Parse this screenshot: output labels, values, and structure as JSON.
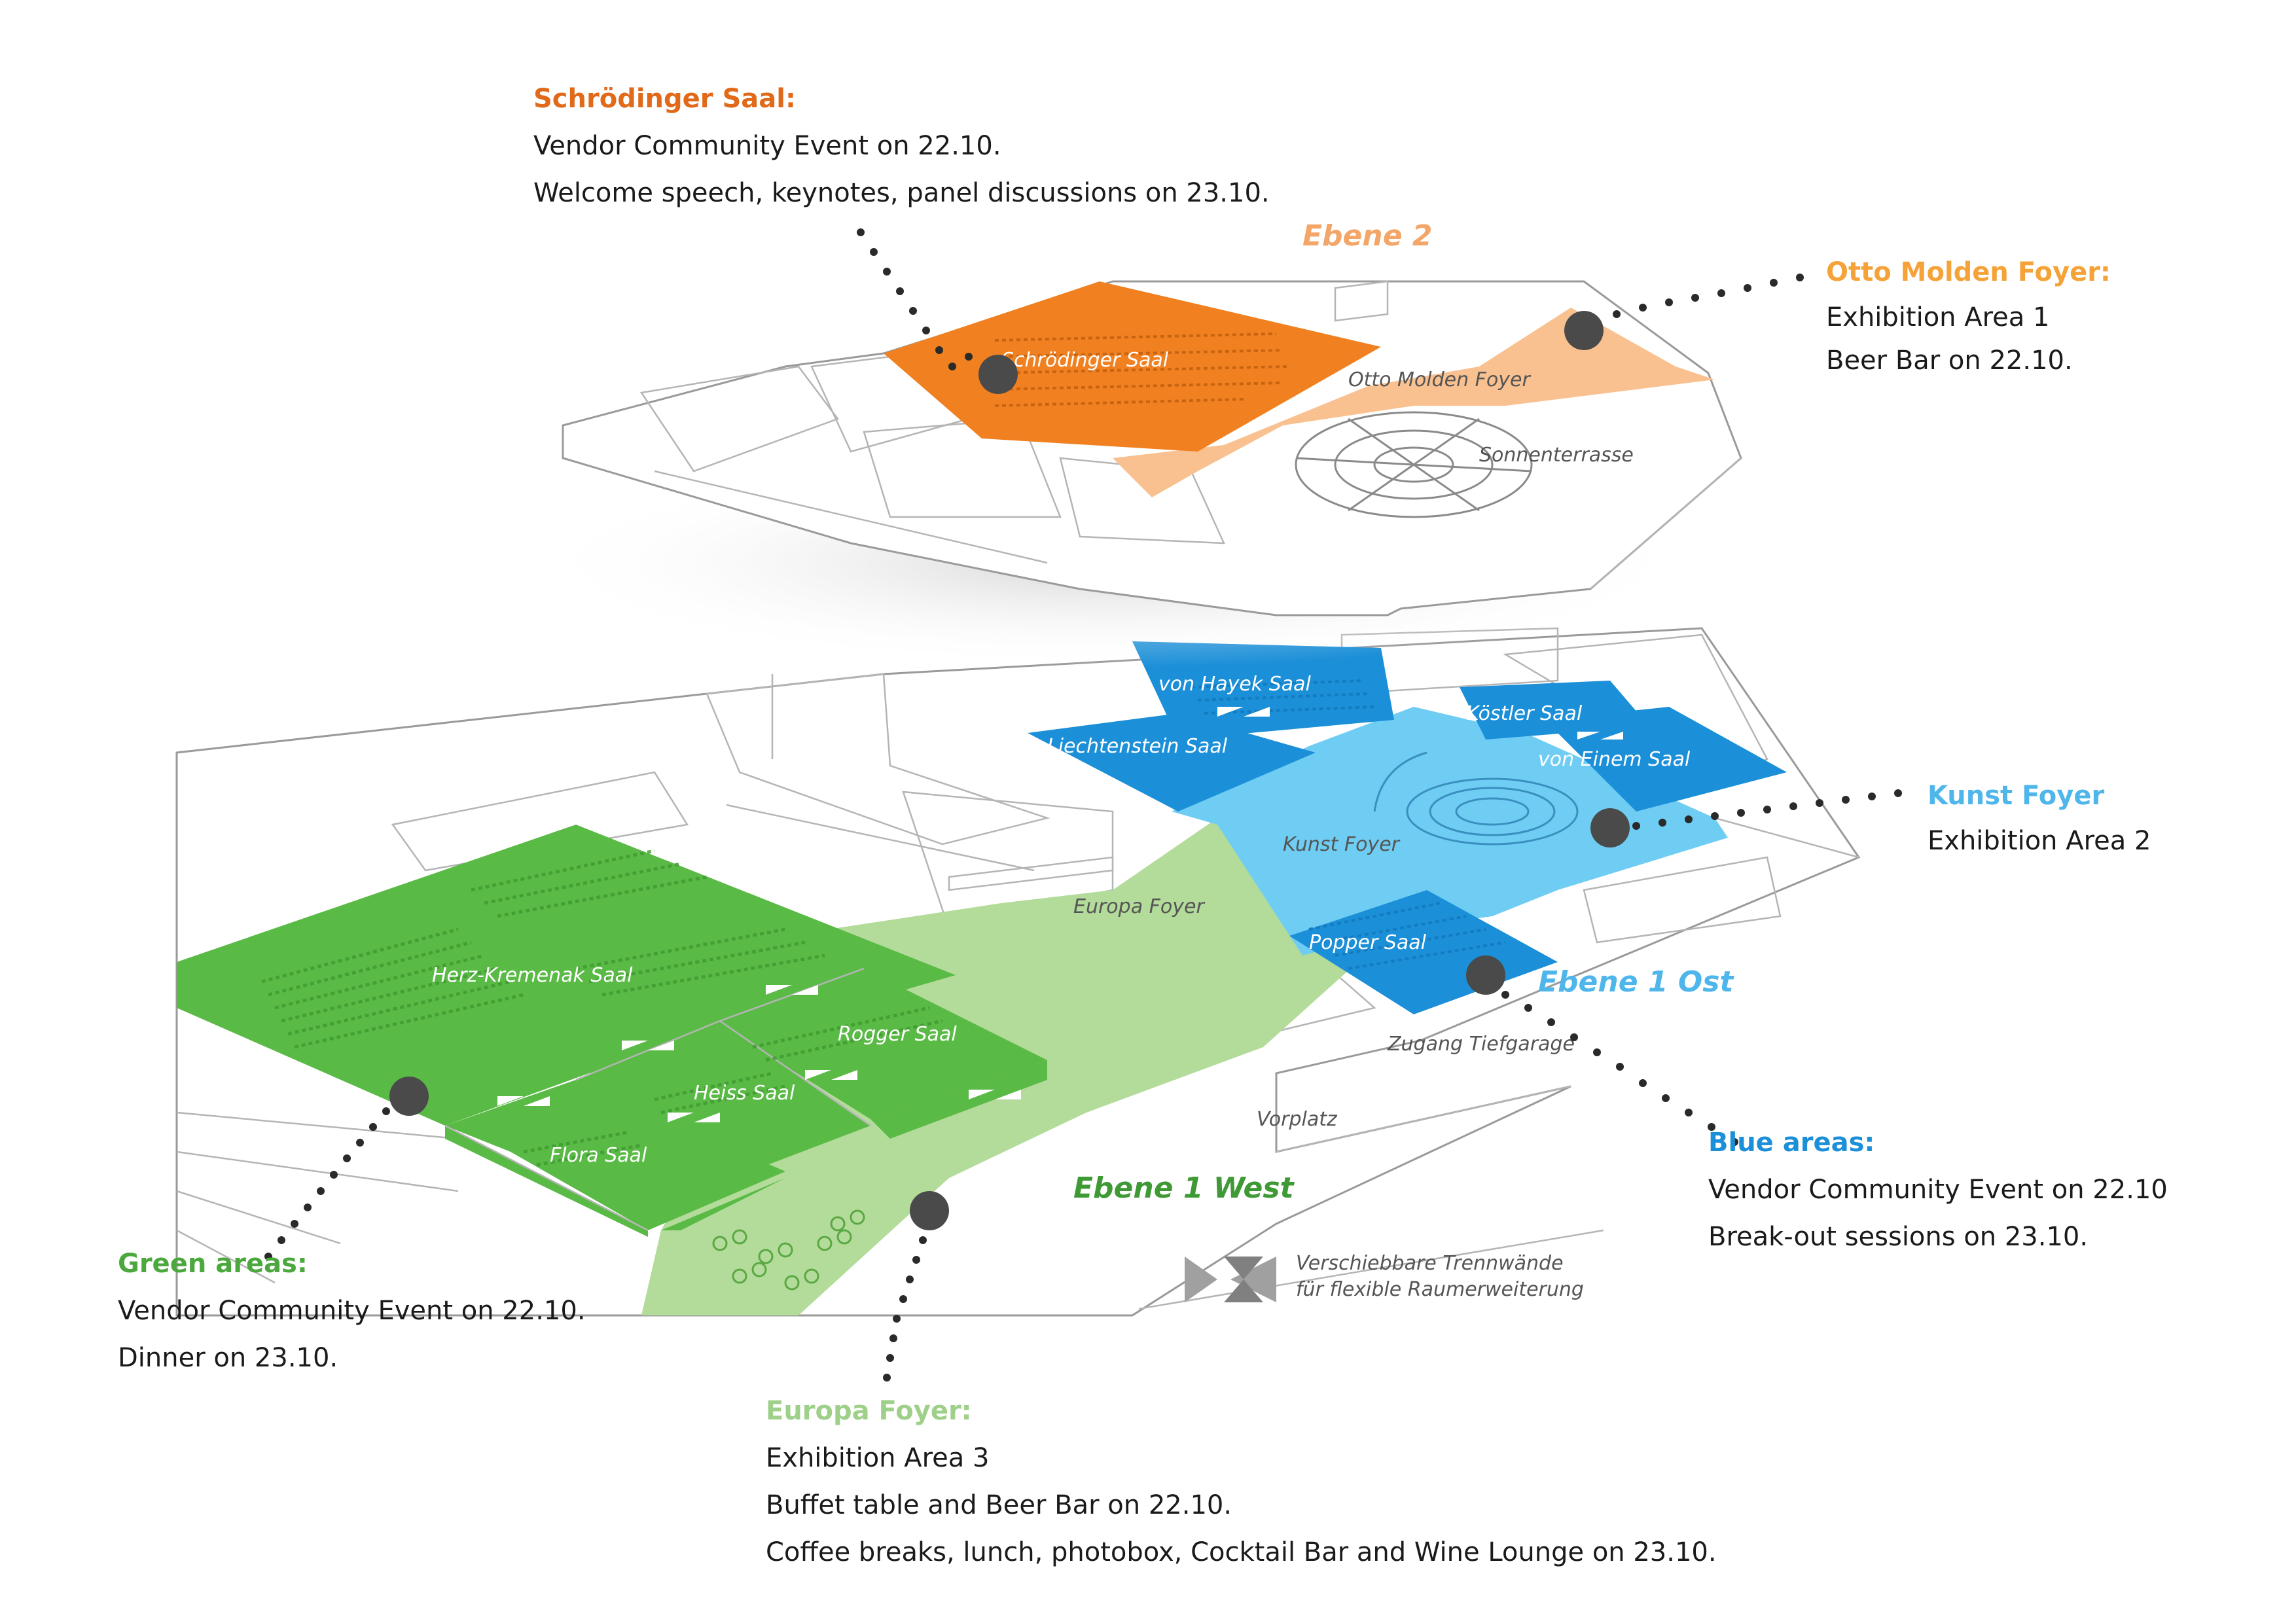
{
  "colors": {
    "orange": "#f08020",
    "orange_light": "#f9c190",
    "blue_dark": "#1b8fd8",
    "blue_light": "#6fcdf3",
    "green_dark": "#5aba46",
    "green_light": "#b3db9a",
    "marker": "#4a4a4a",
    "dots": "#2a2a2a"
  },
  "callouts": {
    "schroedinger": {
      "title": "Schrödinger Saal:",
      "lines": [
        "Vendor Community Event on 22.10.",
        "Welcome speech, keynotes, panel discussions on 23.10."
      ]
    },
    "otto_molden": {
      "title": "Otto Molden Foyer:",
      "lines": [
        "Exhibition Area 1",
        "Beer Bar on 22.10."
      ]
    },
    "kunst": {
      "title": "Kunst Foyer",
      "lines": [
        "Exhibition Area 2"
      ]
    },
    "blue": {
      "title": "Blue areas:",
      "lines": [
        "Vendor Community Event on 22.10",
        "Break-out sessions on 23.10."
      ]
    },
    "green": {
      "title": "Green areas:",
      "lines": [
        "Vendor Community Event on 22.10.",
        "Dinner on 23.10."
      ]
    },
    "europa": {
      "title": "Europa Foyer:",
      "lines": [
        "Exhibition Area 3",
        "Buffet table and Beer Bar on 22.10.",
        "Coffee breaks, lunch, photobox, Cocktail Bar and Wine Lounge on 23.10."
      ]
    }
  },
  "map": {
    "levels": {
      "ebene2": "Ebene 2",
      "ebene1_ost": "Ebene 1 Ost",
      "ebene1_west": "Ebene 1 West"
    },
    "rooms": {
      "schroedinger": "Schrödinger Saal",
      "otto_molden": "Otto Molden Foyer",
      "sonnenterrasse": "Sonnenterrasse",
      "von_hayek": "von Hayek Saal",
      "liechtenstein": "Liechtenstein Saal",
      "koestler": "Köstler Saal",
      "von_einem": "von Einem Saal",
      "kunst": "Kunst Foyer",
      "popper": "Popper Saal",
      "europa": "Europa Foyer",
      "herz_kremenak": "Herz-Kremenak Saal",
      "rogger": "Rogger Saal",
      "heiss": "Heiss Saal",
      "flora": "Flora Saal",
      "vorplatz": "Vorplatz",
      "zugang": "Zugang Tiefgarage"
    },
    "legend": {
      "line1": "Verschiebbare Trennwände",
      "line2": "für flexible Raumerweiterung",
      "icon": "sliding-wall-icon"
    }
  }
}
